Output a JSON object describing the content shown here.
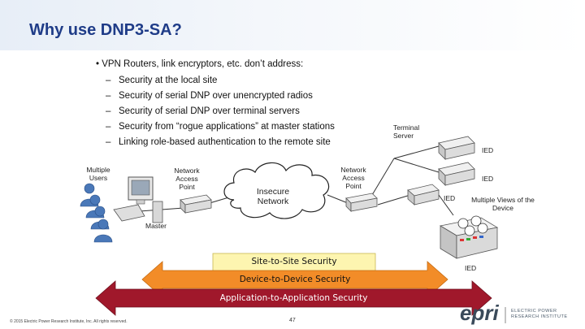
{
  "slide": {
    "title": "Why use DNP3-SA?"
  },
  "bullets": {
    "lead": "• VPN Routers, link encryptors, etc. don’t address:",
    "items": [
      "Security at the local site",
      "Security of serial DNP over unencrypted radios",
      "Security of serial DNP over terminal servers",
      "Security from “rogue applications” at master stations",
      "Linking role-based authentication to the remote site"
    ]
  },
  "diagram": {
    "multiple_users": "Multiple Users",
    "master": "Master",
    "nap_left": "Network Access Point",
    "nap_right": "Network Access Point",
    "insecure_network": "Insecure Network",
    "terminal_server": "Terminal Server",
    "ied_top": "IED",
    "ied_mid": "IED",
    "ied_left": "IED",
    "multiple_views": "Multiple Views of the Device",
    "ied_bottom": "IED"
  },
  "security_layers": {
    "site": "Site-to-Site Security",
    "device": "Device-to-Device Security",
    "application": "Application-to-Application Security",
    "colors": {
      "site": "#fdf5b0",
      "device": "#f28c28",
      "application": "#a0182b"
    }
  },
  "footer": {
    "copyright": "© 2015 Electric Power Research Institute, Inc. All rights reserved.",
    "page": "47",
    "logo_text": "epri",
    "org_name_line1": "ELECTRIC POWER",
    "org_name_line2": "RESEARCH INSTITUTE"
  }
}
